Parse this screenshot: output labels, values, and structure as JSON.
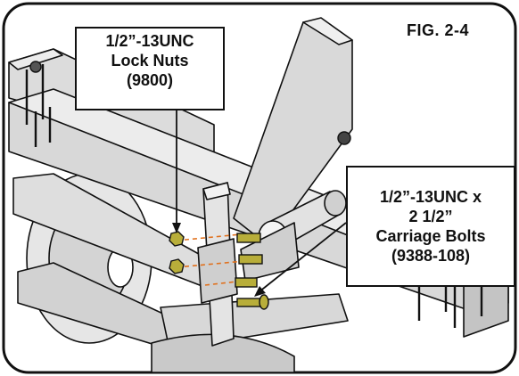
{
  "figure": {
    "label": "FIG. 2-4"
  },
  "callouts": {
    "lock_nuts": {
      "lines": [
        "1/2”-13UNC",
        "Lock Nuts",
        "(9800)"
      ]
    },
    "carriage_bolts": {
      "lines": [
        "1/2”-13UNC x",
        "2 1/2”",
        "Carriage Bolts",
        "(9388-108)"
      ]
    }
  },
  "colors": {
    "outline": "#111111",
    "metal": "#d6d6d6",
    "metal_dark": "#b5b5b5",
    "metal_light": "#ececec",
    "hardware": "#b8ae3a",
    "hidden_line": "#e0701c"
  }
}
